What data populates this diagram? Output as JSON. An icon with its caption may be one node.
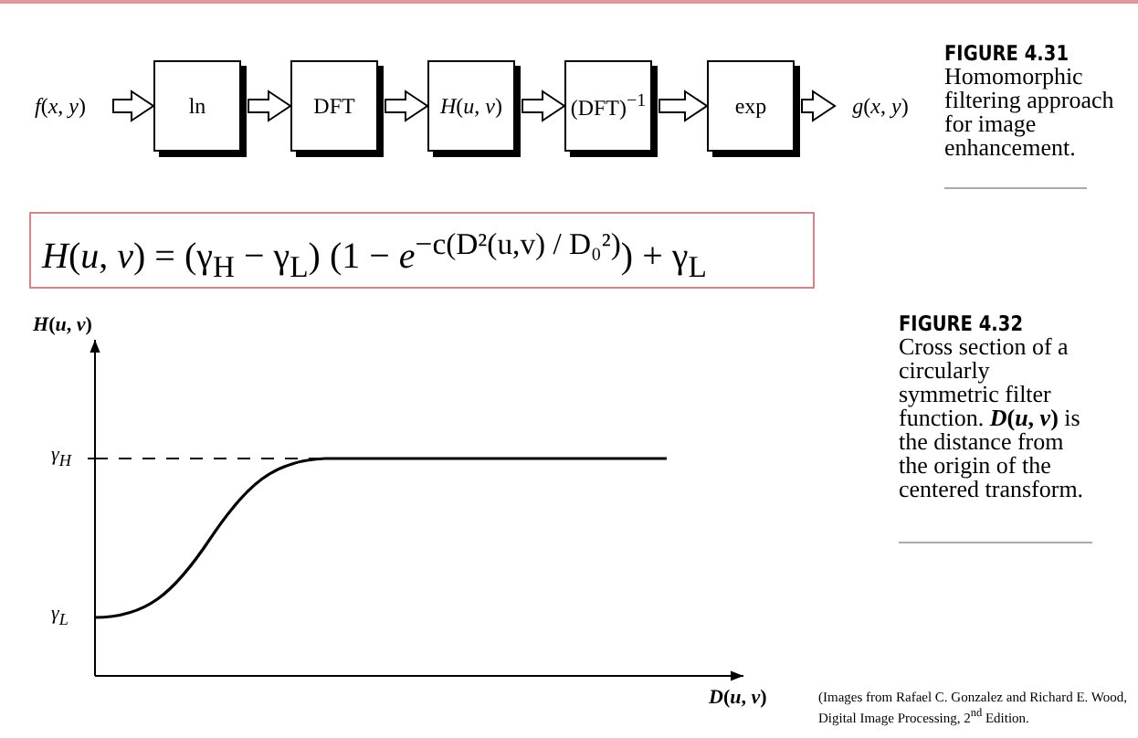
{
  "diagram": {
    "nodes": [
      {
        "text": [
          "*f*(*x*, *y*)"
        ]
      },
      {
        "text": [
          "ln"
        ]
      },
      {
        "text": [
          "DFT"
        ]
      },
      {
        "text": [
          "*H*(*u*, *v*)"
        ]
      },
      {
        "text": [
          "(DFT)$^{−1}$"
        ]
      },
      {
        "text": [
          "exp"
        ]
      },
      {
        "text": [
          "*g*(*x*, *y*)"
        ]
      }
    ],
    "edges": [
      {
        "from": 0,
        "to": 1,
        "arrow": "to"
      },
      {
        "from": 1,
        "to": 2,
        "arrow": "to"
      },
      {
        "from": 2,
        "to": 3,
        "arrow": "to"
      },
      {
        "from": 3,
        "to": 4,
        "arrow": "to"
      },
      {
        "from": 4,
        "to": 5,
        "arrow": "to"
      },
      {
        "from": 5,
        "to": 6,
        "arrow": "to"
      }
    ],
    "labels": [
      "FIGURE 4.31",
      "Homomorphic filtering approach for image enhancement.",
      "*H*(*u*, *v*) = (γ$_{H}$ − γ$_{L}$) (1 − *e*$^{−c(D²(u,v) / D₀²)}$) + γ$_{L}$",
      "*H*(*u*, *v*)",
      "γ$_{H}$",
      "γ$_{L}$",
      "*D*(*u*, *v*)",
      "FIGURE 4.32",
      "Cross section of a circularly symmetric filter function. ***D*(*u*, *v*)** is the distance from the origin of the centered transform.",
      "(Images from Rafael C. Gonzalez and Richard E. Wood, Digital Image Processing, 2$^{nd}$ Edition."
    ]
  }
}
